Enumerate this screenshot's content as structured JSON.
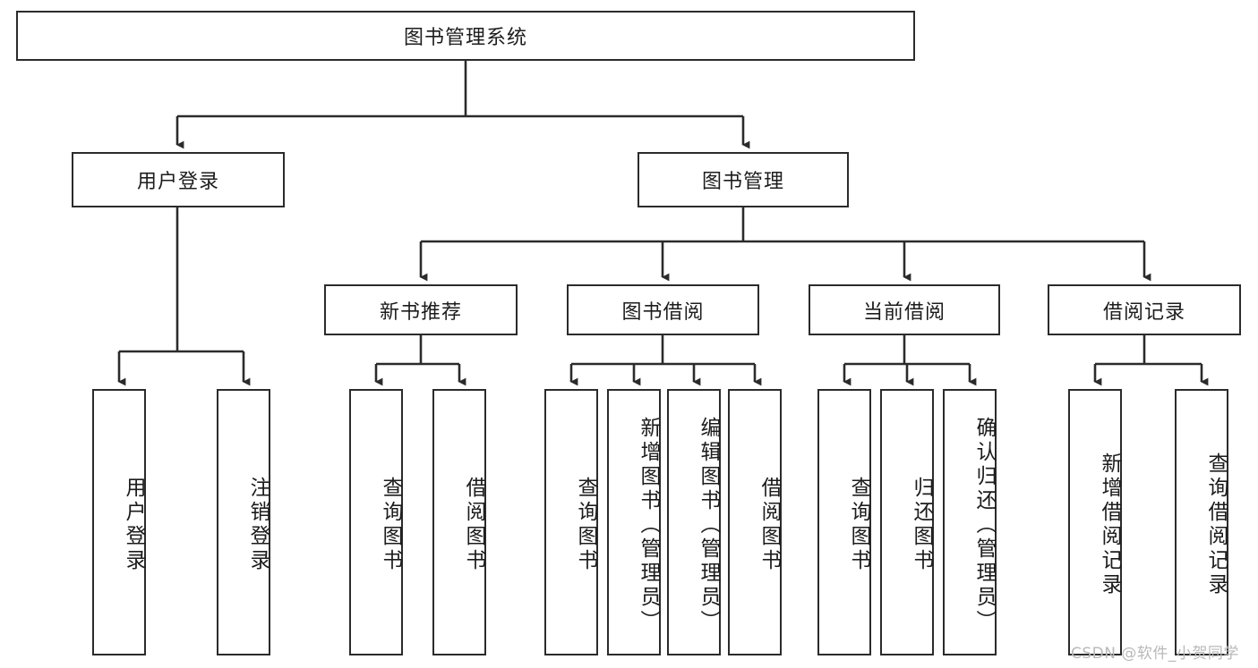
{
  "diagram": {
    "title": "图书管理系统",
    "type": "tree-hierarchy",
    "root": {
      "id": "root",
      "label": "图书管理系统"
    },
    "level2": [
      {
        "id": "user-login",
        "label": "用户登录"
      },
      {
        "id": "book-management",
        "label": "图书管理"
      }
    ],
    "level3": [
      {
        "id": "new-book-recommend",
        "label": "新书推荐"
      },
      {
        "id": "book-borrow",
        "label": "图书借阅"
      },
      {
        "id": "current-borrow",
        "label": "当前借阅"
      },
      {
        "id": "borrow-record",
        "label": "借阅记录"
      }
    ],
    "leaves": {
      "user_login": [
        {
          "id": "leaf-user-login",
          "label": "用户登录"
        },
        {
          "id": "leaf-logout-login",
          "label": "注销登录"
        }
      ],
      "new_book_recommend": [
        {
          "id": "leaf-query-book-1",
          "label": "查询图书"
        },
        {
          "id": "leaf-borrow-book-1",
          "label": "借阅图书"
        }
      ],
      "book_borrow": [
        {
          "id": "leaf-query-book-2",
          "label": "查询图书"
        },
        {
          "id": "leaf-add-book",
          "label": "新增图书（管理员）"
        },
        {
          "id": "leaf-edit-book",
          "label": "编辑图书（管理员）"
        },
        {
          "id": "leaf-borrow-book-2",
          "label": "借阅图书"
        }
      ],
      "current_borrow": [
        {
          "id": "leaf-query-book-3",
          "label": "查询图书"
        },
        {
          "id": "leaf-return-book",
          "label": "归还图书"
        },
        {
          "id": "leaf-confirm-return",
          "label": "确认归还（管理员）"
        }
      ],
      "borrow_record": [
        {
          "id": "leaf-add-record",
          "label": "新增借阅记录"
        },
        {
          "id": "leaf-query-record",
          "label": "查询借阅记录"
        }
      ]
    }
  },
  "watermark": {
    "text": "CSDN @软件_小贺同学"
  },
  "colors": {
    "border": "#2b2b2b",
    "box_fill": "#ffffff",
    "text": "#1c1c1c",
    "watermark": "#b9b9b9",
    "page_background": "#ffffff"
  }
}
